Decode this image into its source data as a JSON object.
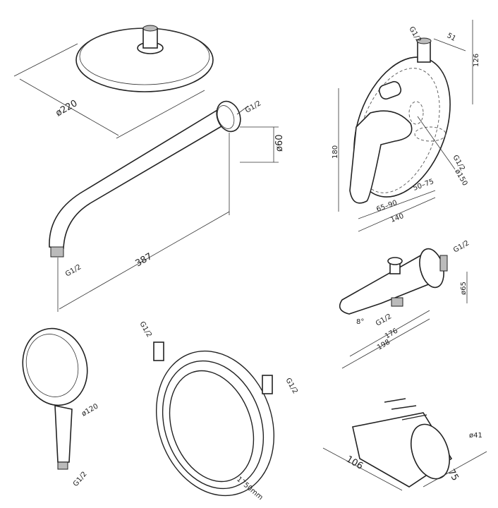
{
  "shower_head": {
    "diameter": "ø220"
  },
  "shower_arm": {
    "thread_wall": "G1/2",
    "flange_diameter": "ø60",
    "length": "387",
    "thread_outlet": "G1/2"
  },
  "mixer": {
    "thread_top": "G1/2",
    "depth_top": "51",
    "height_top": "126",
    "height": "180",
    "range_left": "65–90",
    "width": "140",
    "range_right": "50–75",
    "thread_side": "G1/2",
    "plate_diameter": "ø150"
  },
  "spout": {
    "thread_wall": "G1/2",
    "flange_diameter": "ø65",
    "angle": "8°",
    "thread_bottom": "G1/2",
    "length_inner": "176",
    "length_total": "198"
  },
  "hand_shower": {
    "diameter": "ø120",
    "thread": "G1/2"
  },
  "hose": {
    "thread_left": "G1/2",
    "thread_right": "G1/2",
    "length": "1750mm"
  },
  "holder": {
    "diameter": "ø41",
    "length": "106",
    "width": "75"
  }
}
